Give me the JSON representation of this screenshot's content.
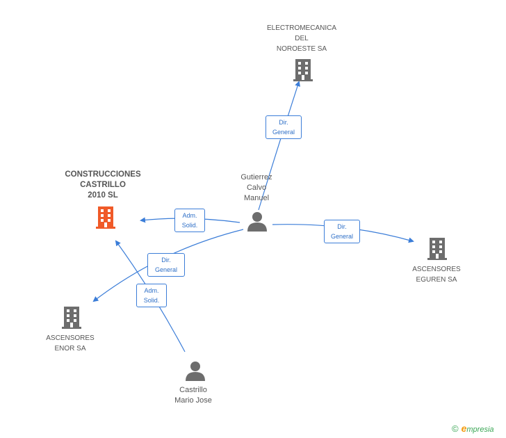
{
  "nodes": {
    "electromecanica": {
      "label": "ELECTROMECANICA\nDEL\nNOROESTE SA",
      "icon": "building-icon"
    },
    "construcciones": {
      "label": "CONSTRUCCIONES\nCASTRILLO\n2010 SL",
      "icon": "building-icon",
      "color": "#f05a28"
    },
    "gutierrez": {
      "label": "Gutierrez\nCalvo\nManuel",
      "icon": "person-icon"
    },
    "ascensores_eguren": {
      "label": "ASCENSORES\nEGUREN SA",
      "icon": "building-icon"
    },
    "ascensores_enor": {
      "label": "ASCENSORES\nENOR SA",
      "icon": "building-icon"
    },
    "castrillo": {
      "label": "Castrillo\nMario Jose",
      "icon": "person-icon"
    }
  },
  "edges": {
    "e1": {
      "label": "Dir.\nGeneral"
    },
    "e2": {
      "label": "Adm.\nSolid."
    },
    "e3": {
      "label": "Dir.\nGeneral"
    },
    "e4": {
      "label": "Dir.\nGeneral"
    },
    "e5": {
      "label": "Adm.\nSolid."
    }
  },
  "colors": {
    "edge": "#3b7dd8",
    "icon": "#6d6d6d",
    "focus_icon": "#f05a28"
  },
  "brand": {
    "copyright": "©",
    "initial": "e",
    "name": "mpresia"
  }
}
